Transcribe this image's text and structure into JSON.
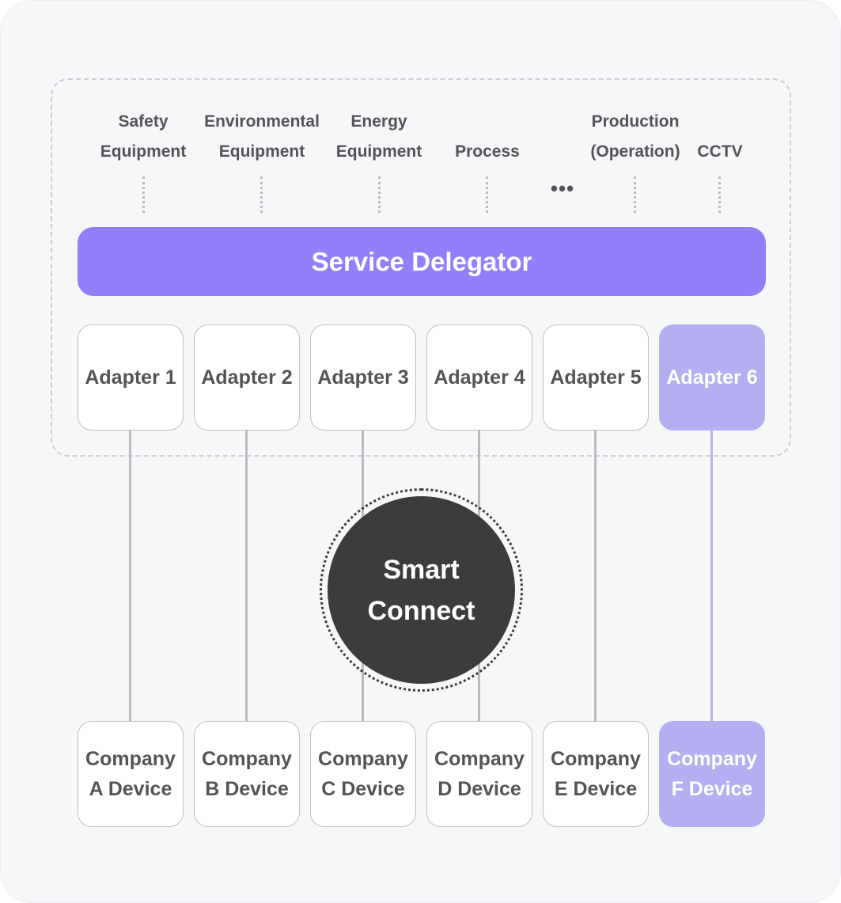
{
  "services": [
    {
      "id": "safety",
      "label": "Safety\nEquipment"
    },
    {
      "id": "environmental",
      "label": "Environmental\nEquipment"
    },
    {
      "id": "energy",
      "label": "Energy\nEquipment"
    },
    {
      "id": "process",
      "label": "Process"
    },
    {
      "id": "production",
      "label": "Production\n(Operation)"
    },
    {
      "id": "cctv",
      "label": "CCTV"
    }
  ],
  "more_indicator": "•••",
  "delegator": {
    "label": "Service Delegator"
  },
  "adapters": [
    {
      "label": "Adapter 1"
    },
    {
      "label": "Adapter 2"
    },
    {
      "label": "Adapter 3"
    },
    {
      "label": "Adapter 4"
    },
    {
      "label": "Adapter 5"
    },
    {
      "label": "Adapter 6",
      "highlighted": true
    }
  ],
  "hub": {
    "label": "Smart\nConnect"
  },
  "devices": [
    {
      "label": "Company\nA Device"
    },
    {
      "label": "Company\nB Device"
    },
    {
      "label": "Company\nC Device"
    },
    {
      "label": "Company\nD Device"
    },
    {
      "label": "Company\nE Device"
    },
    {
      "label": "Company\nF Device",
      "highlighted": true
    }
  ],
  "colors": {
    "background": "#f6f7f9",
    "delegator": "#917ffb",
    "highlight": "#b4aff0",
    "hub": "#3c3c3c",
    "text": "#545458",
    "line": "#b9bbbf"
  }
}
